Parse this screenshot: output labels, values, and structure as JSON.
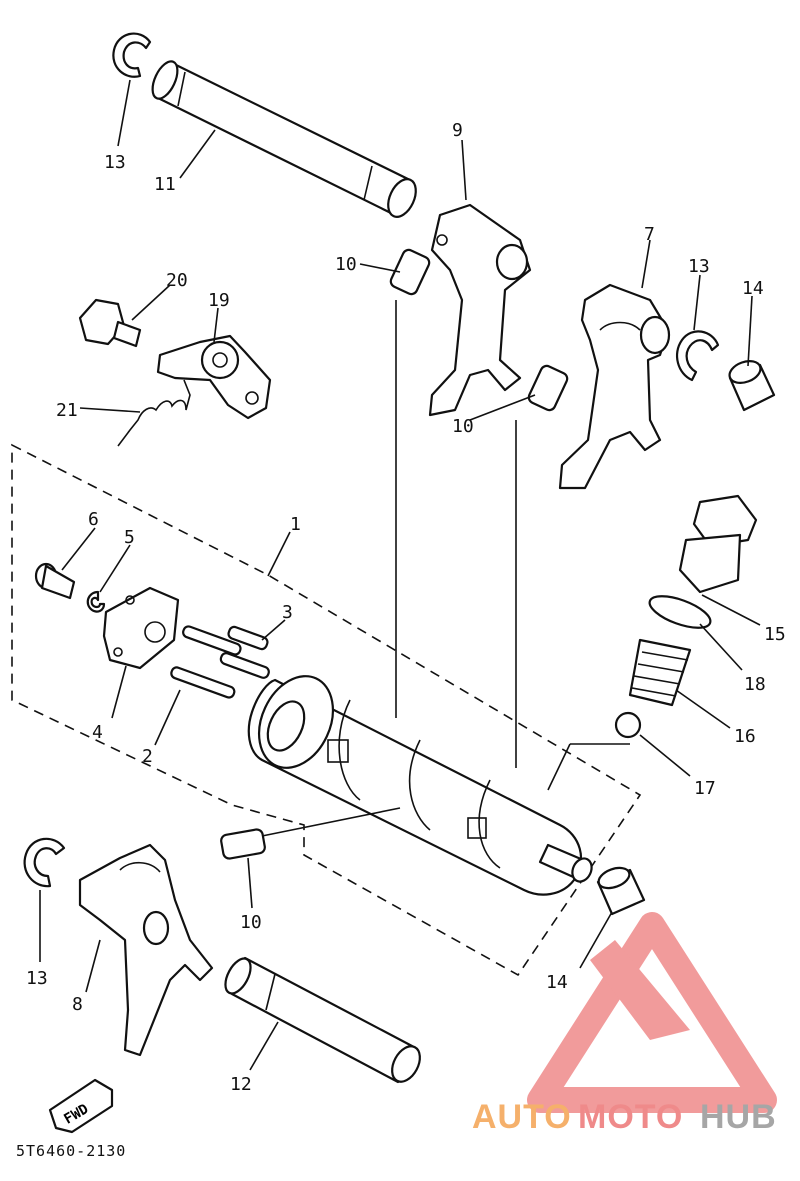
{
  "diagram": {
    "part_labels": {
      "p1": "1",
      "p2": "2",
      "p3": "3",
      "p4": "4",
      "p5": "5",
      "p6": "6",
      "p7": "7",
      "p8": "8",
      "p9": "9",
      "p10a": "10",
      "p10b": "10",
      "p10c": "10",
      "p11": "11",
      "p12": "12",
      "p13a": "13",
      "p13b": "13",
      "p13c": "13",
      "p14a": "14",
      "p14b": "14",
      "p15": "15",
      "p16": "16",
      "p17": "17",
      "p18": "18",
      "p19": "19",
      "p20": "20",
      "p21": "21"
    },
    "direction_arrow": "FWD",
    "diagram_code": "5T6460-2130"
  },
  "watermark": {
    "part1": "AUTO",
    "part2": "MOTO",
    "part3": "HUB",
    "colors": {
      "orange": "#f5b06b",
      "red": "#ef8a8a",
      "gray": "#a6a6a6"
    }
  }
}
